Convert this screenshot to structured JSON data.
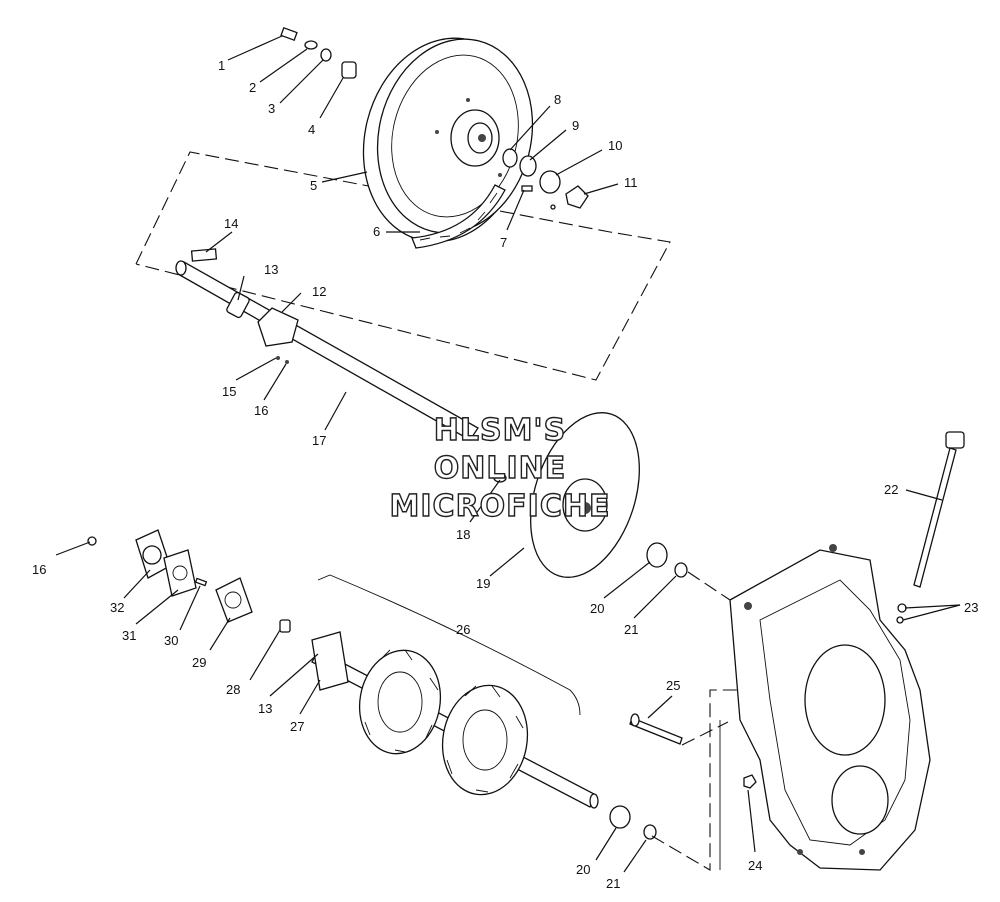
{
  "watermark": {
    "line1": "HLSM'S",
    "line2": "ONLINE",
    "line3": "MICROFICHE"
  },
  "callouts": [
    {
      "id": "c1",
      "text": "1"
    },
    {
      "id": "c2",
      "text": "2"
    },
    {
      "id": "c3",
      "text": "3"
    },
    {
      "id": "c4",
      "text": "4"
    },
    {
      "id": "c5",
      "text": "5"
    },
    {
      "id": "c6",
      "text": "6"
    },
    {
      "id": "c7",
      "text": "7"
    },
    {
      "id": "c8",
      "text": "8"
    },
    {
      "id": "c9",
      "text": "9"
    },
    {
      "id": "c10",
      "text": "10"
    },
    {
      "id": "c11",
      "text": "11"
    },
    {
      "id": "c12",
      "text": "12"
    },
    {
      "id": "c13a",
      "text": "13"
    },
    {
      "id": "c14",
      "text": "14"
    },
    {
      "id": "c15",
      "text": "15"
    },
    {
      "id": "c16a",
      "text": "16"
    },
    {
      "id": "c17",
      "text": "17"
    },
    {
      "id": "c18",
      "text": "18"
    },
    {
      "id": "c19",
      "text": "19"
    },
    {
      "id": "c20a",
      "text": "20"
    },
    {
      "id": "c21a",
      "text": "21"
    },
    {
      "id": "c22",
      "text": "22"
    },
    {
      "id": "c23",
      "text": "23"
    },
    {
      "id": "c16b",
      "text": "16"
    },
    {
      "id": "c32",
      "text": "32"
    },
    {
      "id": "c31",
      "text": "31"
    },
    {
      "id": "c30",
      "text": "30"
    },
    {
      "id": "c29",
      "text": "29"
    },
    {
      "id": "c28",
      "text": "28"
    },
    {
      "id": "c13b",
      "text": "13"
    },
    {
      "id": "c27",
      "text": "27"
    },
    {
      "id": "c26",
      "text": "26"
    },
    {
      "id": "c25",
      "text": "25"
    },
    {
      "id": "c24",
      "text": "24"
    },
    {
      "id": "c20b",
      "text": "20"
    },
    {
      "id": "c21b",
      "text": "21"
    }
  ]
}
